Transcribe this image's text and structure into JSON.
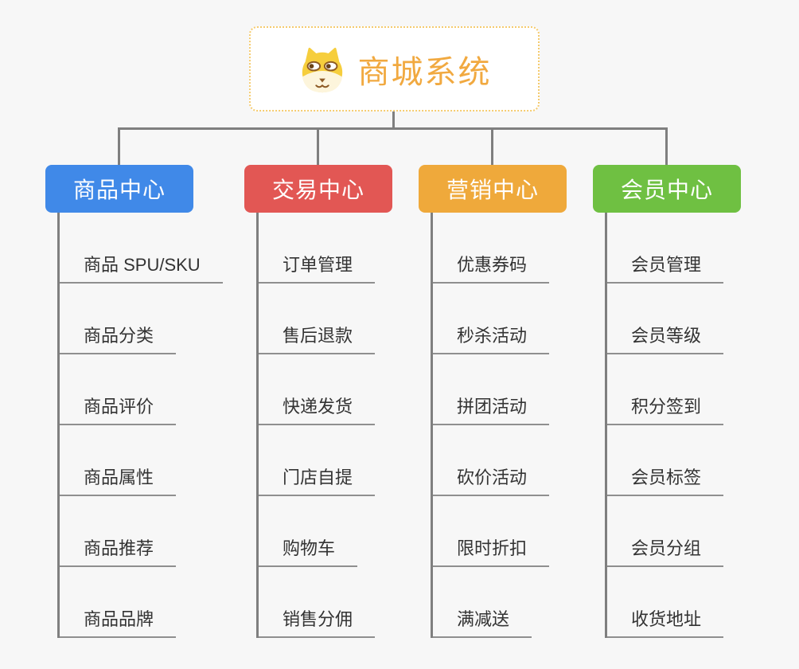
{
  "app": {
    "background": "#F7F7F7",
    "connector_color": "#7F7F7F"
  },
  "root": {
    "title": "商城系统",
    "icon": "dog-icon",
    "title_color": "#F1A940",
    "border_color": "#F5CB6E"
  },
  "branches": [
    {
      "label": "商品中心",
      "color": "#4089E8",
      "children": [
        "商品 SPU/SKU",
        "商品分类",
        "商品评价",
        "商品属性",
        "商品推荐",
        "商品品牌"
      ]
    },
    {
      "label": "交易中心",
      "color": "#E25754",
      "children": [
        "订单管理",
        "售后退款",
        "快递发货",
        "门店自提",
        "购物车",
        "销售分佣"
      ]
    },
    {
      "label": "营销中心",
      "color": "#EFA93B",
      "children": [
        "优惠券码",
        "秒杀活动",
        "拼团活动",
        "砍价活动",
        "限时折扣",
        "满减送"
      ]
    },
    {
      "label": "会员中心",
      "color": "#6FC042",
      "children": [
        "会员管理",
        "会员等级",
        "积分签到",
        "会员标签",
        "会员分组",
        "收货地址"
      ]
    }
  ]
}
